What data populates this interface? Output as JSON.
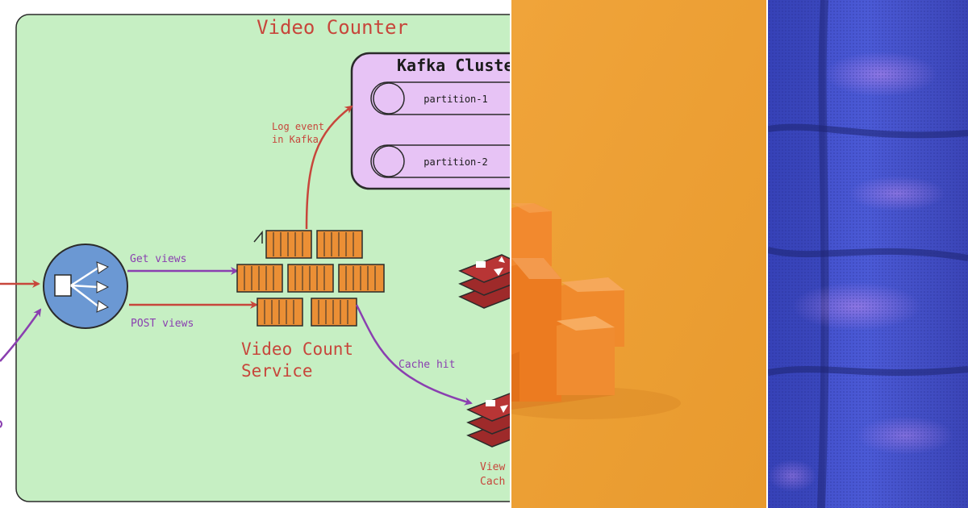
{
  "diagram": {
    "title": "Video Counter",
    "kafka": {
      "title": "Kafka Cluster",
      "partitions": [
        "partition-1",
        "partition-2"
      ]
    },
    "labels": {
      "log_event_line1": "Log event",
      "log_event_line2": "in Kafka",
      "get_views": "Get views",
      "post_views": "POST views",
      "service_line1": "Video Count",
      "service_line2": "Service",
      "cache_hit": "Cache hit",
      "view_cache_line1": "View",
      "view_cache_line2": "Cach"
    },
    "colors": {
      "canvas_bg": "#c6efc3",
      "kafka_bg": "#e7c3f5",
      "red_text": "#c7463b",
      "purple_arrow": "#8a3fb0",
      "red_arrow": "#c7463b",
      "container_orange": "#eb8f35",
      "lb_blue": "#6b98d3",
      "redis_red": "#9e2a2a"
    },
    "icons": [
      "load-balancer-icon",
      "container-stack-icon",
      "redis-cache-icon"
    ]
  },
  "photos": {
    "middle": {
      "subject": "orange-cubes-photo",
      "color": "#f0a63a"
    },
    "right": {
      "subject": "blue-quilted-fabric-photo",
      "color": "#3b48c0"
    }
  }
}
